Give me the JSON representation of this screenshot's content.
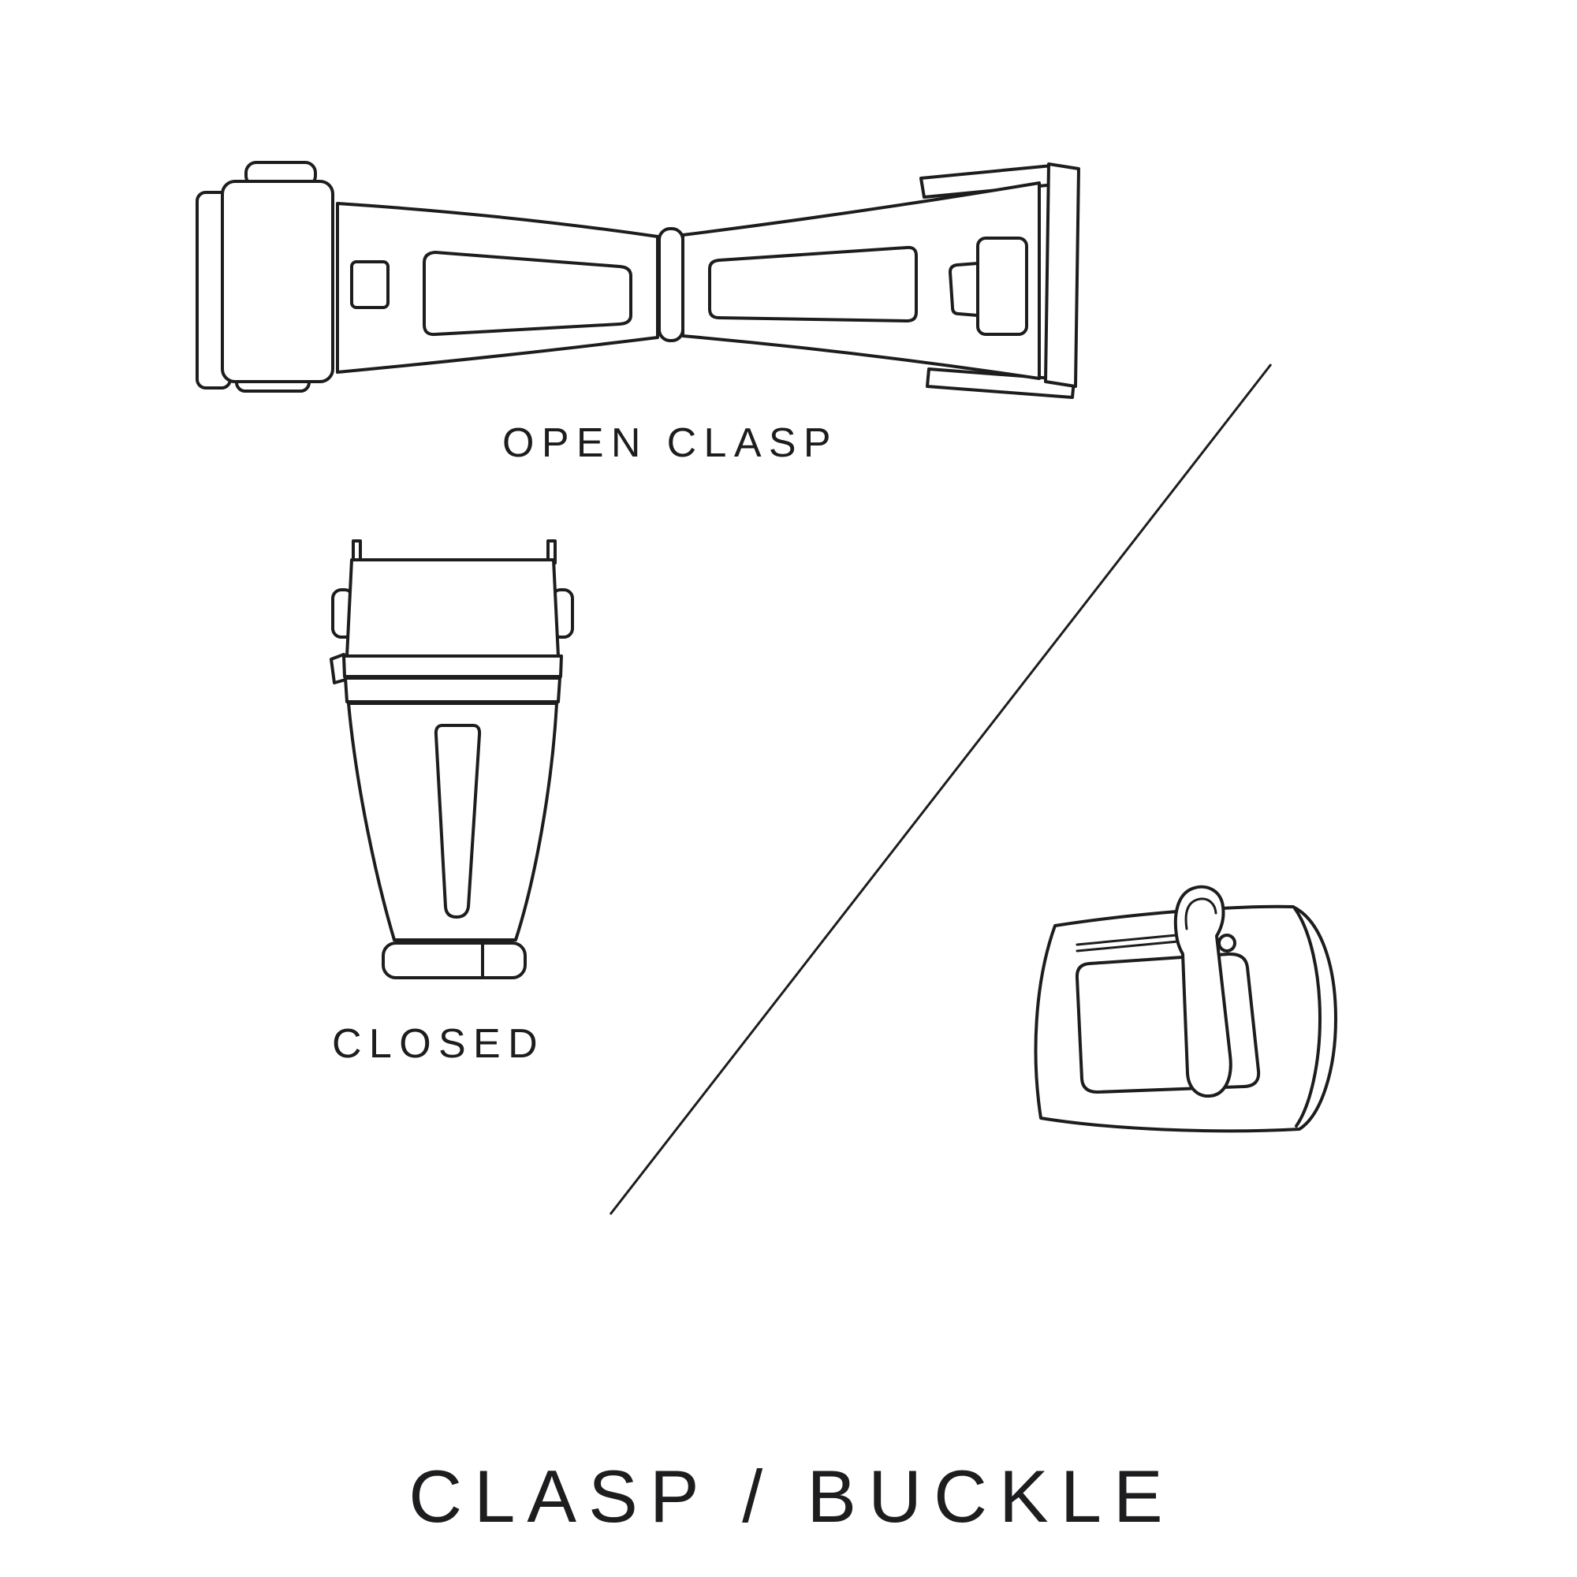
{
  "page": {
    "colors": {
      "ink": "#1d1d1f",
      "background": "#ffffff"
    }
  },
  "diagram": {
    "title": "CLASP / BUCKLE",
    "figures": {
      "open_clasp": {
        "label": "OPEN CLASP"
      },
      "closed_clasp": {
        "label": "CLOSED"
      },
      "buckle": {
        "label": ""
      }
    }
  }
}
